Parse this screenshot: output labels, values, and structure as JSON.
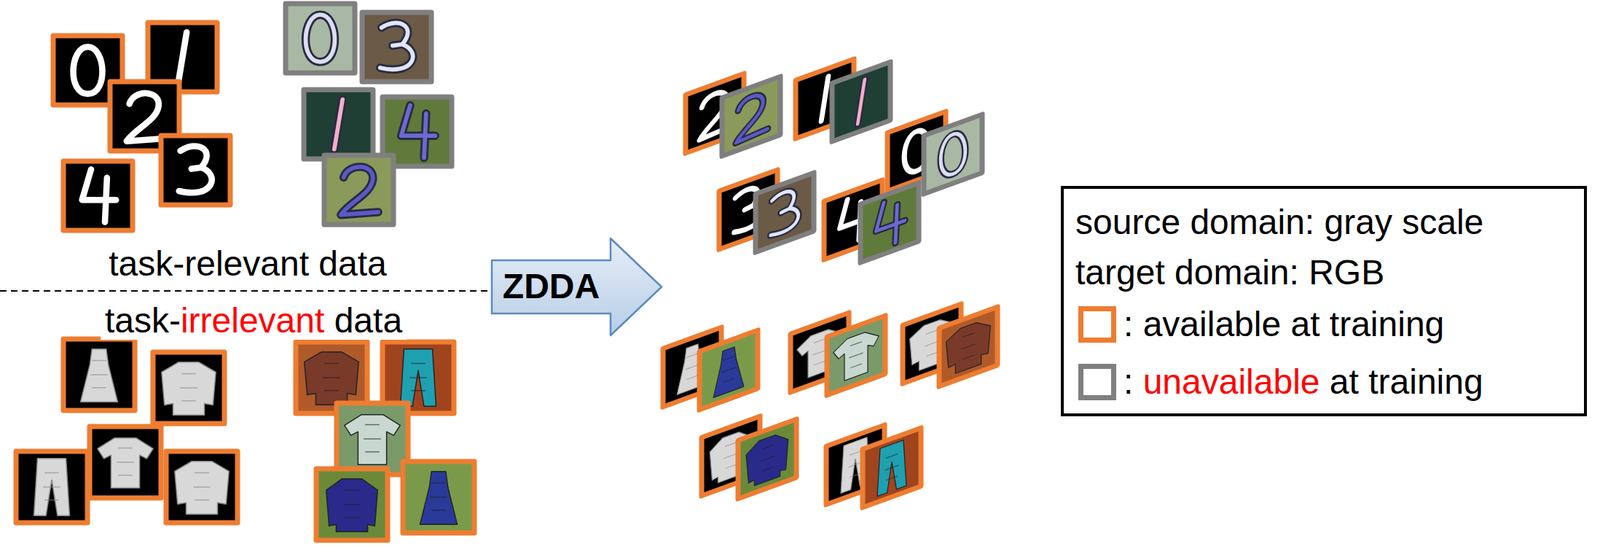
{
  "diagram": {
    "nodes": [
      {
        "text": [
          "ZDDA"
        ]
      }
    ],
    "labels": [
      "task-relevant data",
      "task-irrelevant data",
      "source domain: gray scale",
      "target domain: RGB"
    ],
    "legend": [
      {
        "text": ": available at training",
        "color": "#ed7d31"
      },
      {
        "text": ": unavailable at training",
        "color": "#7f7f7f"
      }
    ]
  }
}
